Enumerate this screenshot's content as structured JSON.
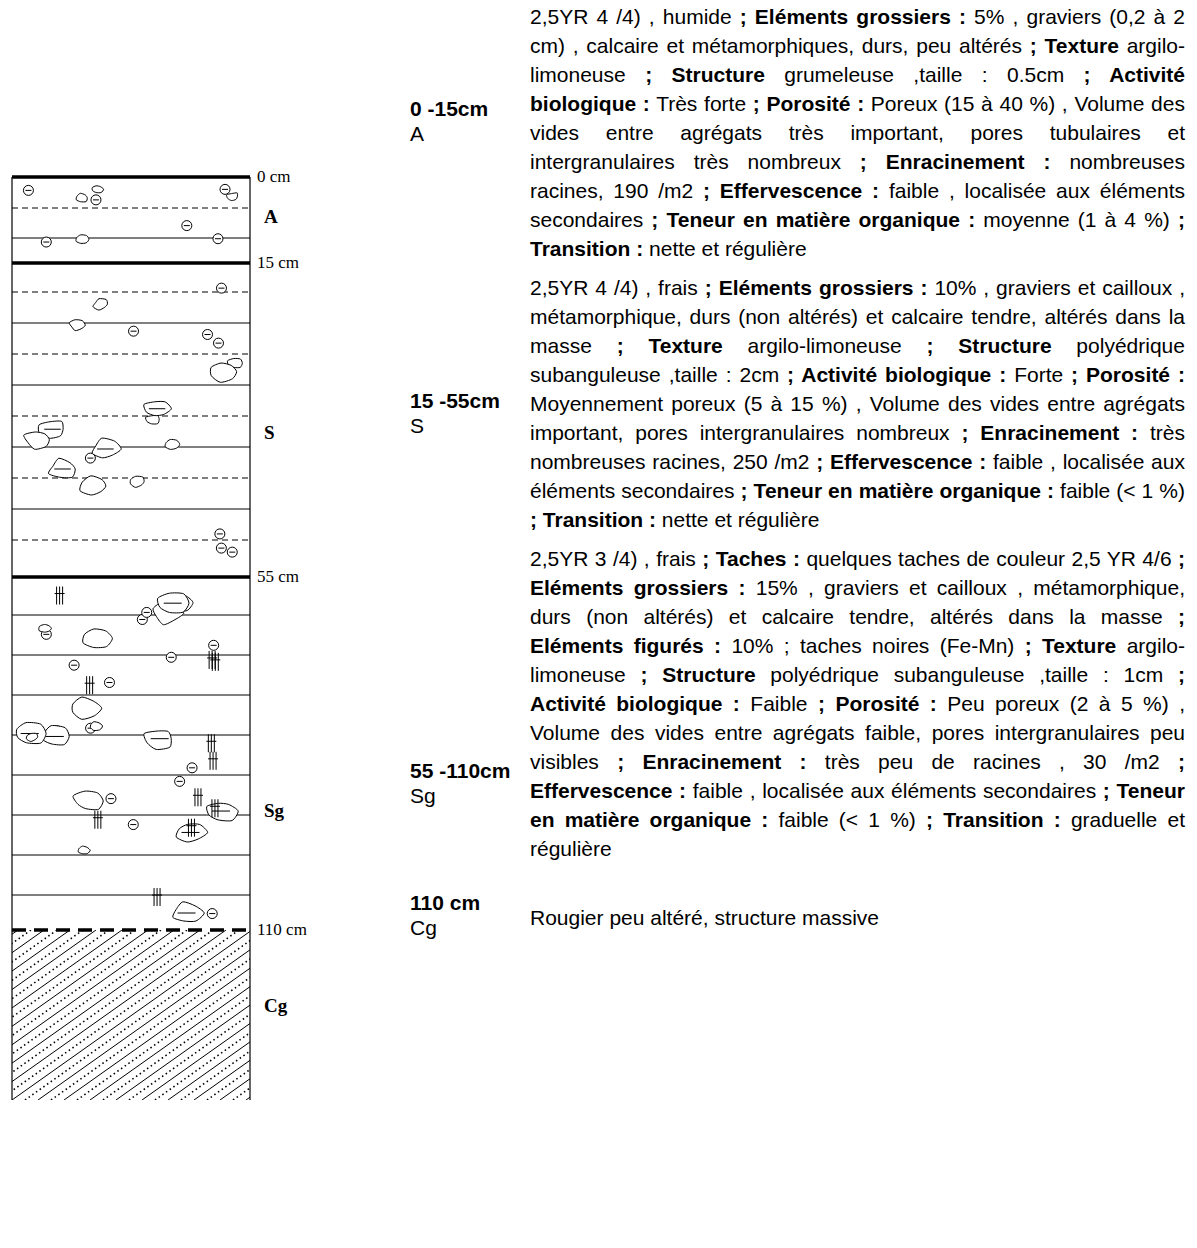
{
  "diagram": {
    "nodes": [
      {
        "text": [
          "A"
        ]
      },
      {
        "text": [
          "S"
        ]
      },
      {
        "text": [
          "Sg"
        ]
      },
      {
        "text": [
          "Cg"
        ]
      }
    ],
    "labels": [
      "0 cm",
      "15 cm",
      "55 cm",
      "110 cm",
      "0 -15cm",
      "A",
      "2,5YR 4 /4) , humide",
      "; Eléments grossiers :",
      "5% , graviers (0,2 à 2 cm) , calcaire et métamorphiques, durs, peu altérés",
      "; Texture",
      "argilo-limoneuse",
      "; Structure",
      "grumeleuse ,taille : 0.5cm",
      "; Activité biologique :",
      "Très forte",
      "; Porosité :",
      "Poreux (15 à 40 %) , Volume des vides entre agrégats très important, pores tubulaires et intergranulaires très nombreux",
      "; Enracinement :",
      "nombreuses racines, 190 /m2",
      "; Effervescence :",
      "faible , localisée aux éléments secondaires",
      "; Teneur en matière organique :",
      "moyenne (1 à 4 %)",
      "; Transition :",
      "nette et régulière",
      "15 -55cm",
      "S",
      "2,5YR 4 /4) , frais",
      "; Eléments grossiers :",
      "10% , graviers et cailloux , métamorphique, durs (non altérés) et calcaire tendre, altérés dans la masse",
      "; Texture",
      "argilo-limoneuse",
      "; Structure",
      "polyédrique subanguleuse ,taille : 2cm",
      "; Activité biologique :",
      "Forte",
      "; Porosité :",
      "Moyennement poreux (5 à 15 %) , Volume des vides entre agrégats important, pores intergranulaires nombreux",
      "; Enracinement :",
      "très nombreuses racines, 250 /m2",
      "; Effervescence :",
      "faible , localisée aux éléments secondaires",
      "; Teneur en matière organique :",
      "faible (< 1 %)",
      "; Transition :",
      "nette et régulière",
      "55 -110cm",
      "Sg",
      "2,5YR 3 /4) , frais",
      "; Taches :",
      "quelques taches de couleur 2,5 YR 4/6",
      "; Eléments grossiers :",
      "15% , graviers et cailloux , métamorphique, durs (non altérés) et calcaire tendre, altérés dans la masse",
      "; Eléments figurés :",
      "10% ; taches noires (Fe-Mn)",
      "; Texture",
      "argilo-limoneuse",
      "; Structure",
      "polyédrique subanguleuse ,taille : 1cm",
      "; Activité biologique :",
      "Faible",
      "; Porosité :",
      "Peu poreux (2 à 5 %) , Volume des vides entre agrégats faible, pores intergranulaires peu visibles",
      "; Enracinement :",
      "très peu de racines , 30 /m2",
      "; Effervescence :",
      "faible , localisée aux éléments secondaires",
      "; Teneur en matière organique :",
      "faible (< 1 %)",
      "; Transition :",
      "graduelle et régulière",
      "110 cm",
      "Cg",
      "Rougier peu altéré, structure massive"
    ]
  }
}
